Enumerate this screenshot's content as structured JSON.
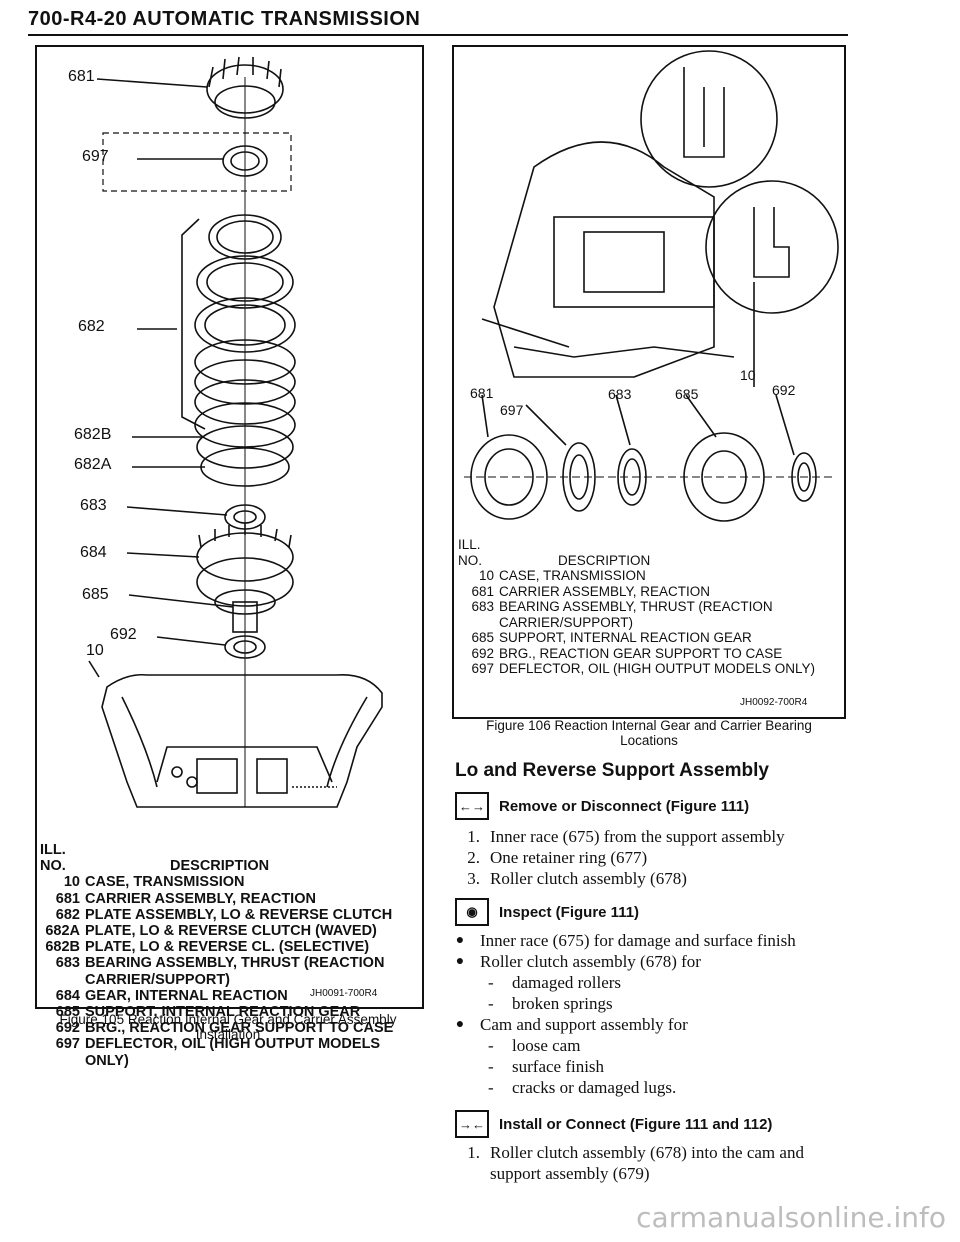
{
  "header": {
    "title": "700-R4-20 AUTOMATIC TRANSMISSION"
  },
  "figure105": {
    "callouts": [
      "681",
      "697",
      "682",
      "682B",
      "682A",
      "683",
      "684",
      "685",
      "692",
      "10"
    ],
    "legend_head_ill": "ILL.",
    "legend_head_no": "NO.",
    "legend_head_desc": "DESCRIPTION",
    "legend": [
      {
        "no": "10",
        "desc": "CASE, TRANSMISSION"
      },
      {
        "no": "681",
        "desc": "CARRIER ASSEMBLY, REACTION"
      },
      {
        "no": "682",
        "desc": "PLATE ASSEMBLY, LO & REVERSE CLUTCH"
      },
      {
        "no": "682A",
        "desc": "PLATE, LO & REVERSE CLUTCH (WAVED)"
      },
      {
        "no": "682B",
        "desc": "PLATE, LO & REVERSE CL. (SELECTIVE)"
      },
      {
        "no": "683",
        "desc": "BEARING ASSEMBLY, THRUST (REACTION CARRIER/SUPPORT)"
      },
      {
        "no": "684",
        "desc": "GEAR, INTERNAL REACTION"
      },
      {
        "no": "685",
        "desc": "SUPPORT, INTERNAL REACTION GEAR"
      },
      {
        "no": "692",
        "desc": "BRG., REACTION GEAR SUPPORT TO CASE"
      },
      {
        "no": "697",
        "desc": "DEFLECTOR, OIL (HIGH OUTPUT MODELS ONLY)"
      }
    ],
    "code": "JH0091-700R4",
    "caption_line1": "Figure 105 Reaction Internal Gear and Carrier Assembly",
    "caption_line2": "Installation"
  },
  "figure106": {
    "callouts": [
      "10",
      "681",
      "697",
      "683",
      "685",
      "692"
    ],
    "legend_head_ill": "ILL.",
    "legend_head_no": "NO.",
    "legend_head_desc": "DESCRIPTION",
    "legend": [
      {
        "no": "10",
        "desc": "CASE, TRANSMISSION"
      },
      {
        "no": "681",
        "desc": "CARRIER ASSEMBLY, REACTION"
      },
      {
        "no": "683",
        "desc": "BEARING ASSEMBLY, THRUST (REACTION CARRIER/SUPPORT)"
      },
      {
        "no": "685",
        "desc": "SUPPORT, INTERNAL REACTION GEAR"
      },
      {
        "no": "692",
        "desc": "BRG., REACTION GEAR SUPPORT TO CASE"
      },
      {
        "no": "697",
        "desc": "DEFLECTOR, OIL (HIGH OUTPUT MODELS ONLY)"
      }
    ],
    "code": "JH0092-700R4",
    "caption_line1": "Figure 106 Reaction Internal Gear and Carrier Bearing",
    "caption_line2": "Locations"
  },
  "section": {
    "title": "Lo and Reverse Support Assembly",
    "remove": {
      "heading": "Remove or Disconnect (Figure 111)",
      "items": [
        {
          "n": "1.",
          "text": "Inner race (675) from the support assembly"
        },
        {
          "n": "2.",
          "text": "One retainer ring (677)"
        },
        {
          "n": "3.",
          "text": "Roller clutch assembly (678)"
        }
      ]
    },
    "inspect": {
      "heading": "Inspect (Figure 111)",
      "b1": "Inner race (675) for damage and surface finish",
      "b2": "Roller clutch assembly (678) for",
      "b2_sub": [
        "damaged rollers",
        "broken springs"
      ],
      "b3": "Cam and support assembly for",
      "b3_sub": [
        "loose cam",
        "surface finish",
        "cracks or damaged lugs."
      ]
    },
    "install": {
      "heading": "Install or Connect (Figure 111 and 112)",
      "n": "1.",
      "line1": "Roller clutch assembly (678) into the cam and",
      "line2": "support assembly (679)"
    }
  },
  "watermark": "carmanualsonline.info"
}
